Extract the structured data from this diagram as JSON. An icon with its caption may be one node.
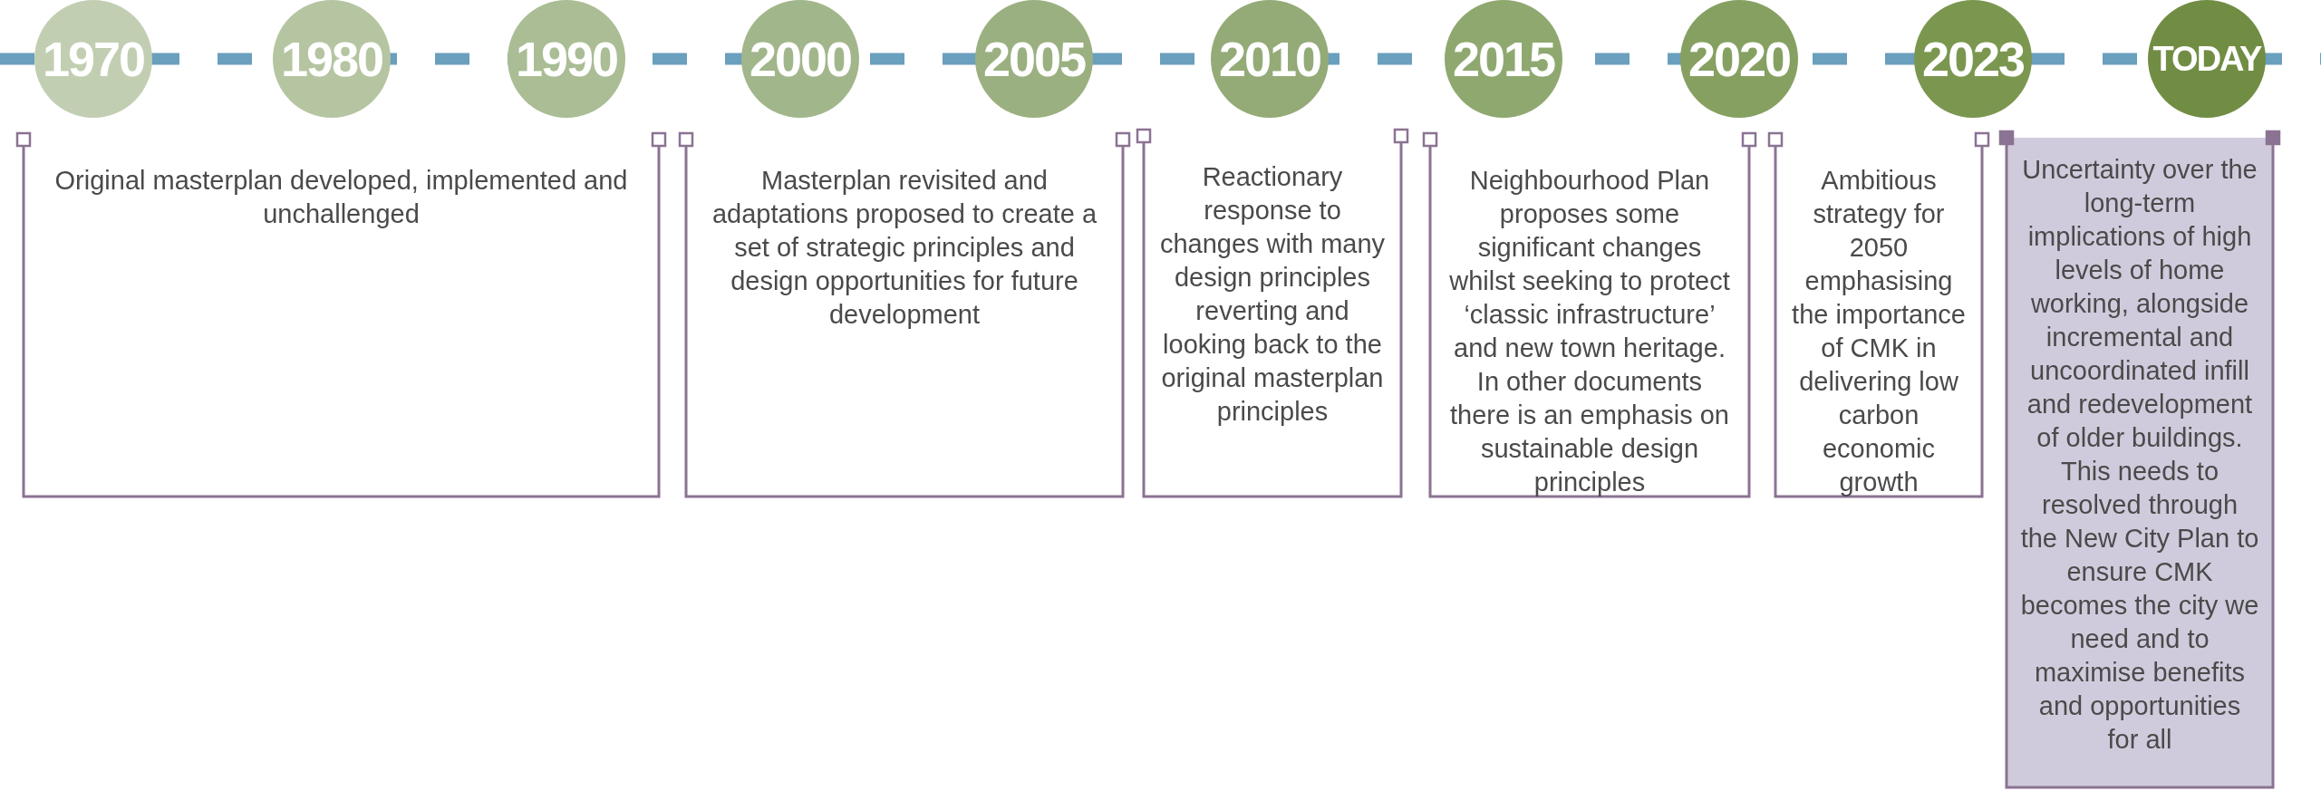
{
  "diagram": {
    "nodes": [
      {
        "text": [
          "1970"
        ]
      },
      {
        "text": [
          "1980"
        ]
      },
      {
        "text": [
          "1990"
        ]
      },
      {
        "text": [
          "2000"
        ]
      },
      {
        "text": [
          "2005"
        ]
      },
      {
        "text": [
          "2010"
        ]
      },
      {
        "text": [
          "2015"
        ]
      },
      {
        "text": [
          "2020"
        ]
      },
      {
        "text": [
          "2023"
        ]
      },
      {
        "text": [
          "TODAY"
        ]
      },
      {
        "text": [
          "Original masterplan developed, implemented and unchallenged"
        ]
      },
      {
        "text": [
          "Masterplan revisited and adaptations proposed to create a set of strategic principles and design opportunities for future development"
        ]
      },
      {
        "text": [
          "Reactionary response to changes with many design principles reverting and looking back to the original masterplan principles"
        ]
      },
      {
        "text": [
          "Neighbourhood Plan proposes some significant changes whilst seeking to protect ‘classic infrastructure’ and new town heritage. In other documents there is an emphasis on sustainable design principles"
        ]
      },
      {
        "text": [
          "Ambitious strategy for 2050 emphasising the importance of CMK in delivering low carbon economic growth"
        ]
      },
      {
        "text": [
          "Uncertainty over the long-term implications of high levels of home working, alongside incremental and uncoordinated infill and redevelopment of older buildings. This needs to resolved through the New City Plan to ensure CMK becomes the city we need and to maximise benefits and opportunities for all"
        ]
      }
    ],
    "edges": []
  }
}
